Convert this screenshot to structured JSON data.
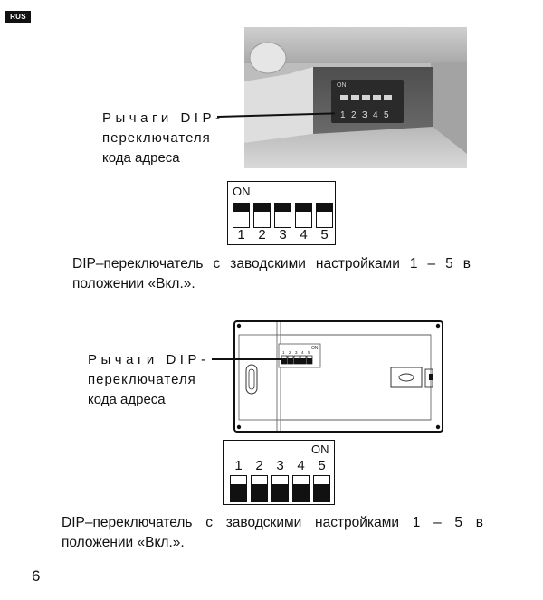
{
  "header": {
    "language_badge": "RUS"
  },
  "section1": {
    "callout": {
      "line1": "Рычаги DIP-",
      "line2": "переключателя",
      "line3": "кода адреса"
    },
    "photo": {
      "on_label": "ON",
      "numbers": [
        "1",
        "2",
        "3",
        "4",
        "5"
      ]
    },
    "diagram": {
      "on_label": "ON",
      "numbers": [
        "1",
        "2",
        "3",
        "4",
        "5"
      ],
      "switch_states": [
        "on",
        "on",
        "on",
        "on",
        "on"
      ]
    },
    "caption": {
      "line1": "DIP–переключатель с заводскими настройками 1 – 5 в",
      "line2": "положении «Вкл.»."
    }
  },
  "section2": {
    "callout": {
      "line1": "Рычаги DIP-",
      "line2": "переключателя",
      "line3": "кода адреса"
    },
    "drawing": {
      "on_label": "ON",
      "numbers": [
        "1",
        "2",
        "3",
        "4",
        "5"
      ]
    },
    "diagram": {
      "on_label": "ON",
      "numbers": [
        "1",
        "2",
        "3",
        "4",
        "5"
      ],
      "switch_states": [
        "on",
        "on",
        "on",
        "on",
        "on"
      ]
    },
    "caption": {
      "line1": "DIP–переключатель с заводскими настройками 1 – 5 в",
      "line2": "положении «Вкл.»."
    }
  },
  "footer": {
    "page_number": "6"
  }
}
